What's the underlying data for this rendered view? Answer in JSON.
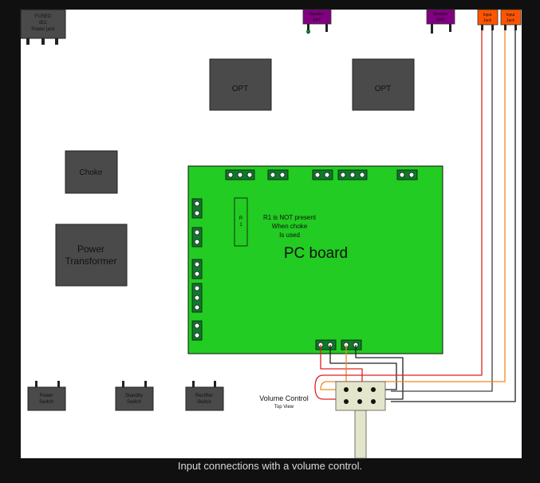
{
  "components": {
    "power_jack": [
      "FUSED",
      "IEC",
      "Power jack"
    ],
    "speaker_jack": [
      "Speaker",
      "Jack"
    ],
    "input_jack": [
      "Input",
      "Jack"
    ],
    "opt": "OPT",
    "choke": "Choke",
    "power_transformer": [
      "Power",
      "Transformer"
    ],
    "resistor": [
      "R",
      "1"
    ],
    "note": [
      "R1 is NOT present",
      "When choke",
      "Is used"
    ],
    "pc_board": "PC board",
    "power_switch": [
      "Power",
      "Switch"
    ],
    "standby_switch": [
      "Standby",
      "Switch"
    ],
    "rectifier_switch": [
      "Rectifier",
      "Switch"
    ],
    "volume_control": "Volume Control",
    "top_view": "Top View"
  },
  "caption": "Input connections with a volume control.",
  "colors": {
    "page_bg": "#101010",
    "diagram_bg": "#ffffff",
    "pcb": "#22cc22",
    "component_gray": "#4a4a4a",
    "speaker_jack": "#800080",
    "input_jack": "#ff5500",
    "wire_red": "#e02020",
    "wire_orange": "#f08a1e",
    "wire_black": "#202020",
    "wire_gray": "#808080",
    "pot_body": "#e4e6cc"
  }
}
